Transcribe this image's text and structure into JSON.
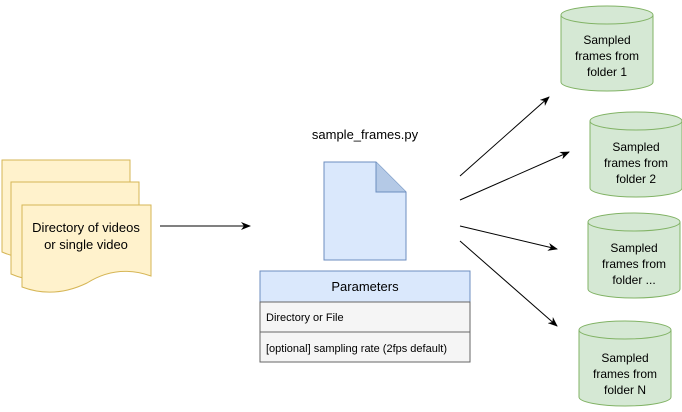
{
  "colors": {
    "doc_fill": "#fff2cc",
    "doc_stroke": "#d6b656",
    "file_fill": "#dae8fc",
    "file_stroke": "#6c8ebf",
    "cyl_fill": "#d5e8d4",
    "cyl_stroke": "#82b366",
    "row_fill": "#f5f5f5",
    "row_stroke": "#666666",
    "arrow": "#000000"
  },
  "input_docs": {
    "line1": "Directory of videos",
    "line2": "or single video"
  },
  "script": {
    "filename": "sample_frames.py",
    "icon": "file-icon"
  },
  "parameters": {
    "header": "Parameters",
    "rows": [
      "Directory or File",
      "[optional] sampling rate (2fps default)"
    ]
  },
  "outputs": [
    {
      "line1": "Sampled",
      "line2": "frames from",
      "line3": "folder 1"
    },
    {
      "line1": "Sampled",
      "line2": "frames from",
      "line3": "folder 2"
    },
    {
      "line1": "Sampled",
      "line2": "frames from",
      "line3": "folder ..."
    },
    {
      "line1": "Sampled",
      "line2": "frames from",
      "line3": "folder N"
    }
  ]
}
